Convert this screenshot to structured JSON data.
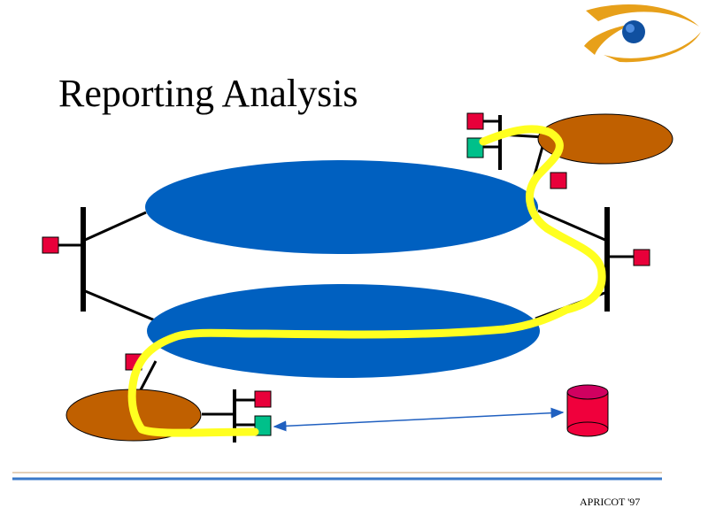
{
  "slide": {
    "title": "Reporting Analysis",
    "footer": "APRICOT '97"
  },
  "colors": {
    "network_blue": "#0060C0",
    "site_brown": "#C06000",
    "router_red": "#E8003A",
    "host_green": "#00C08A",
    "trace_yellow": "#FFFF20",
    "arrow_blue": "#2060C0",
    "rule_blue": "#3A78C8",
    "rule_tan": "#C8A070",
    "db_red": "#F0003C",
    "db_top": "#D00060"
  },
  "icons": {
    "logo": "eye-swoosh-logo",
    "database": "database-cylinder-icon"
  }
}
